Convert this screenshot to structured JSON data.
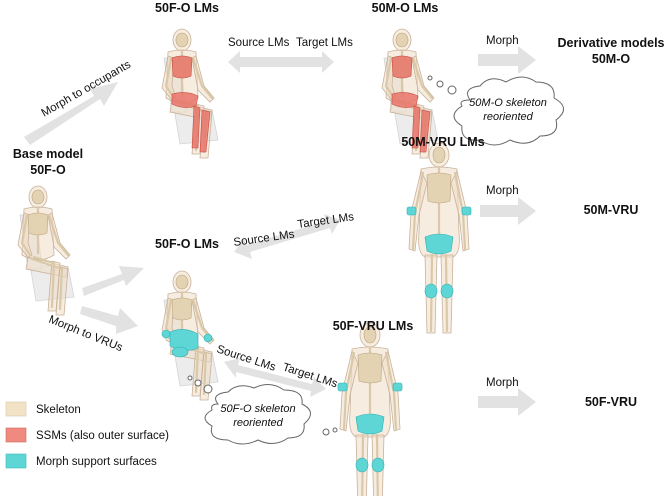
{
  "labels": {
    "top_left_lms": "50F-O LMs",
    "top_right_lms": "50M-O LMs",
    "base_model_line1": "Base model",
    "base_model_line2": "50F-O",
    "mid_left_lms": "50F-O LMs",
    "mid_right_lms": "50M-VRU LMs",
    "bottom_right_lms": "50F-VRU LMs",
    "deriv_line1": "Derivative models",
    "deriv_line2": "50M-O",
    "out_50m_vru": "50M-VRU",
    "out_50f_vru": "50F-VRU"
  },
  "arrows": {
    "morph_occupants": "Morph to occupants",
    "morph_vrus": "Morph to VRUs",
    "morph": "Morph",
    "source_lms": "Source LMs",
    "target_lms": "Target LMs"
  },
  "clouds": {
    "top_line1": "50M-O skeleton",
    "top_line2": "reoriented",
    "bottom_line1": "50F-O skeleton",
    "bottom_line2": "reoriented"
  },
  "legend": {
    "items": [
      {
        "label": "Skeleton",
        "color": "#f3e3c6"
      },
      {
        "label": "SSMs (also outer surface)",
        "color": "#f08a80"
      },
      {
        "label": "Morph support surfaces",
        "color": "#5fd6d6"
      }
    ]
  }
}
